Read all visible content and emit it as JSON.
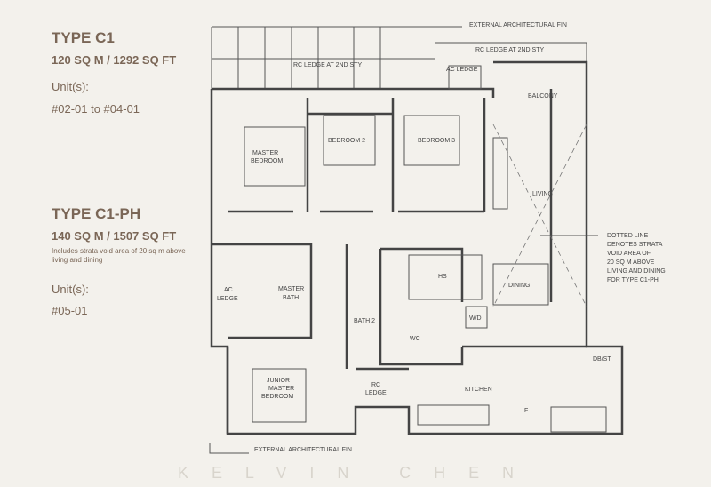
{
  "c1": {
    "title": "TYPE C1",
    "area": "120 SQ M / 1292 SQ FT",
    "units_label": "Unit(s):",
    "units": "#02-01 to #04-01"
  },
  "c1ph": {
    "title": "TYPE C1-PH",
    "area": "140 SQ M / 1507 SQ FT",
    "note": "Includes strata void area of 20 sq m above living and dining",
    "units_label": "Unit(s):",
    "units": "#05-01"
  },
  "watermark": "KELVIN CHEN",
  "plan": {
    "fin_top": "EXTERNAL ARCHITECTURAL FIN",
    "fin_bottom": "EXTERNAL ARCHITECTURAL FIN",
    "rc_ledge_1": "RC LEDGE AT 2ND STY",
    "rc_ledge_2": "RC LEDGE AT 2ND STY",
    "ac_ledge_top": "AC LEDGE",
    "balcony": "BALCONY",
    "master_bedroom": [
      "MASTER",
      "BEDROOM"
    ],
    "bedroom2": "BEDROOM 2",
    "bedroom3": "BEDROOM 3",
    "living": "LIVING",
    "hs": "HS",
    "dining": "DINING",
    "ac_ledge_left": [
      "AC",
      "LEDGE"
    ],
    "master_bath": [
      "MASTER",
      "BATH"
    ],
    "bath2": "BATH 2",
    "wc": "WC",
    "wd": "W/D",
    "junior_master": [
      "JUNIOR",
      "MASTER",
      "BEDROOM"
    ],
    "rc_ledge": [
      "RC",
      "LEDGE"
    ],
    "kitchen": "KITCHEN",
    "dbst": "DB/ST",
    "fridge": "F",
    "note": [
      "DOTTED LINE",
      "DENOTES STRATA",
      "VOID AREA OF",
      "20 SQ M ABOVE",
      "LIVING AND DINING",
      "FOR TYPE C1-PH"
    ]
  }
}
